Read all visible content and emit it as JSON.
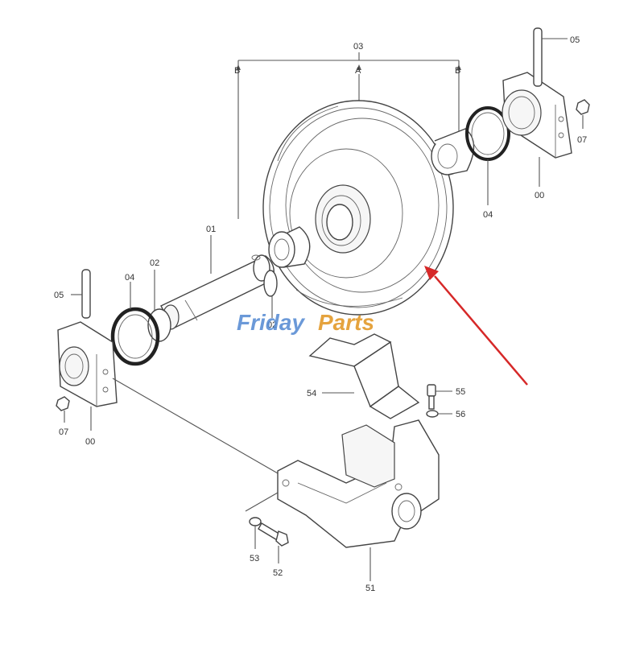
{
  "watermark": {
    "part1": "Friday",
    "part2": "Parts",
    "color1": "#5b8fd4",
    "color2": "#e39a2a"
  },
  "arrow_color": "#d62828",
  "labels": {
    "assembly": "03",
    "sub_a": "A",
    "sub_b_left": "B",
    "sub_b_right": "B",
    "pin_right": "05",
    "nut_right": "07",
    "bracket_right": "00",
    "seal_right": "04",
    "shaft": "01",
    "oring": "02",
    "oring_lower": "02",
    "seal_left": "04",
    "pin_left": "05",
    "nut_left": "07",
    "bracket_left": "00",
    "plate": "54",
    "bolt_small": "55",
    "washer_small": "56",
    "washer": "53",
    "bolt": "52",
    "yoke": "51"
  }
}
